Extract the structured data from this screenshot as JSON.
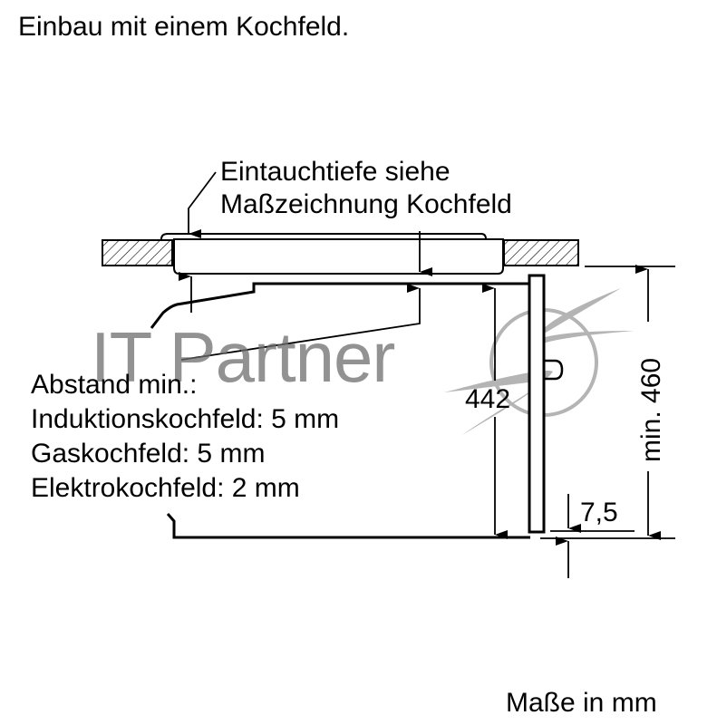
{
  "title": "Einbau mit einem Kochfeld.",
  "note": {
    "line1": "Eintauchtiefe siehe",
    "line2": "Maßzeichnung Kochfeld"
  },
  "clearance": {
    "heading": "Abstand min.:",
    "items": [
      "Induktionskochfeld: 5 mm",
      "Gaskochfeld: 5 mm",
      "Elektrokochfeld: 2 mm"
    ]
  },
  "dimensions": {
    "appliance_height": "442",
    "niche_height": "min. 460",
    "offset": "7,5"
  },
  "footer": "Maße in mm",
  "watermark": "IT Partner",
  "colors": {
    "line": "#000000",
    "watermark": "#8a8a8a"
  }
}
